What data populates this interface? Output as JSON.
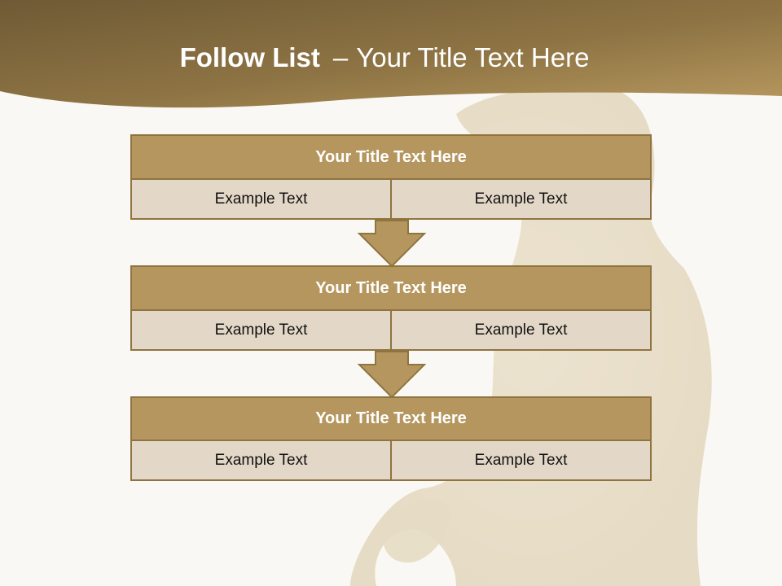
{
  "slide": {
    "title_bold": "Follow List",
    "title_separator": "–",
    "title_rest": "Your Title Text Here"
  },
  "blocks": [
    {
      "title": "Your Title Text Here",
      "cells": [
        "Example Text",
        "Example Text"
      ]
    },
    {
      "title": "Your Title Text Here",
      "cells": [
        "Example Text",
        "Example Text"
      ]
    },
    {
      "title": "Your Title Text Here",
      "cells": [
        "Example Text",
        "Example Text"
      ]
    }
  ],
  "colors": {
    "header_dark": "#6f5a35",
    "header_light": "#b3955d",
    "block_title": "#b5965f",
    "block_cell": "#e3d8c8",
    "border": "#8f7440"
  }
}
